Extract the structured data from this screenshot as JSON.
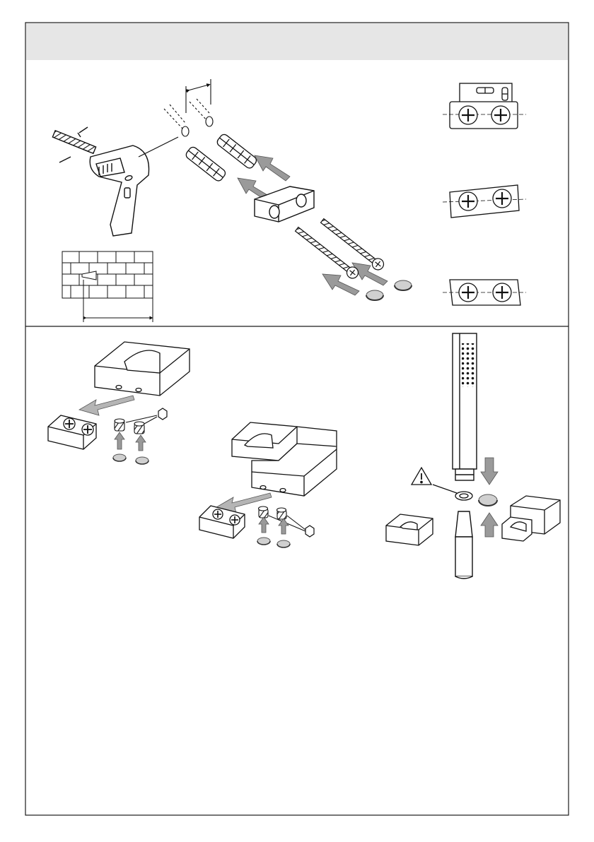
{
  "document": {
    "header_text": "",
    "colors": {
      "header_band": "#e6e6e6",
      "line": "#1a1a1a",
      "arrow_gray": "#9a9a9a",
      "arrow_light": "#c9c9c9",
      "paper": "#ffffff"
    }
  },
  "panels": {
    "top": {
      "steps": [
        "drill-holes",
        "insert-wall-plugs",
        "mount-bracket-with-screws",
        "level-check"
      ],
      "icons": [
        "drill-icon",
        "brick-wall-icon",
        "wall-plug-icon",
        "screw-icon",
        "rotate-icon",
        "spirit-level-icon"
      ]
    },
    "bottom": {
      "steps": [
        "fit-holder-to-base",
        "tighten-grub-screws",
        "connect-hose-to-handset"
      ],
      "icons": [
        "hex-key-icon",
        "warning-icon",
        "washer-icon",
        "hand-shower-icon",
        "hose-icon"
      ]
    }
  }
}
